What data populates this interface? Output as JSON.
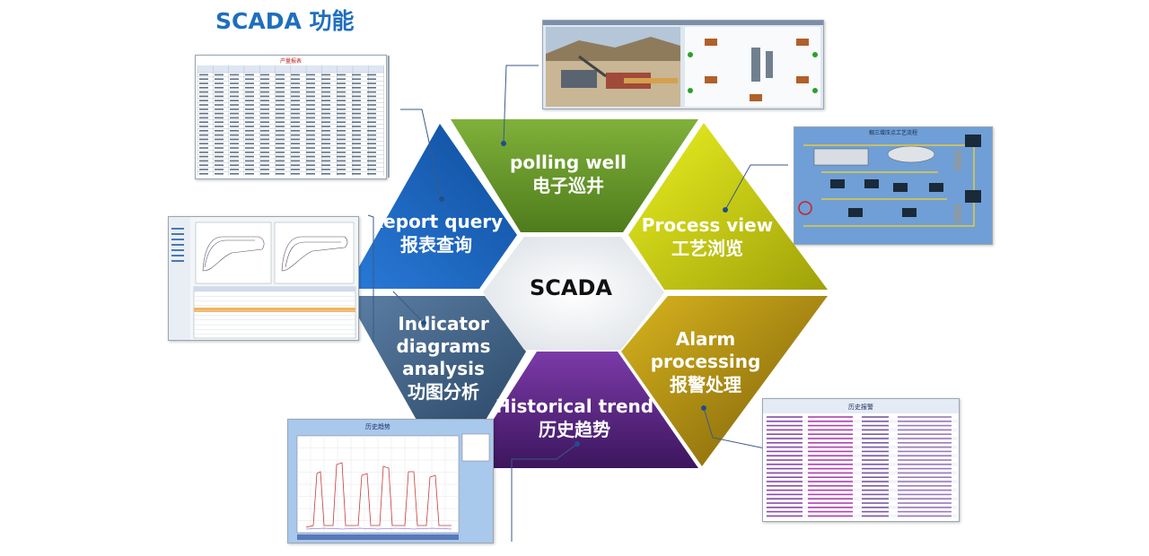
{
  "title": "SCADA 功能",
  "center": "SCADA",
  "segments": {
    "polling": {
      "en": "polling well",
      "zh": "电子巡井"
    },
    "process": {
      "en": "Process view",
      "zh": "工艺浏览"
    },
    "alarm": {
      "en1": "Alarm",
      "en2": "processing",
      "zh": "报警处理"
    },
    "trend": {
      "en": "Historical trend",
      "zh": "历史趋势"
    },
    "indicator": {
      "en1": "Indicator",
      "en2": "diagrams",
      "en3": "analysis",
      "zh": "功图分析"
    },
    "report": {
      "en": "Report query",
      "zh": "报表查询"
    }
  },
  "thumbnails": {
    "report_title": "产量报表",
    "process_title": "稠三增压点工艺流程",
    "alarm_title": "历史报警",
    "trend_title": "历史趋势"
  },
  "colors": {
    "polling": "#6a9a2a",
    "process": "#c9cc10",
    "alarm": "#b08a12",
    "trend": "#5a2a86",
    "indicator": "#3f6287",
    "report": "#1a5db3",
    "accent": "#1f6fbd"
  }
}
